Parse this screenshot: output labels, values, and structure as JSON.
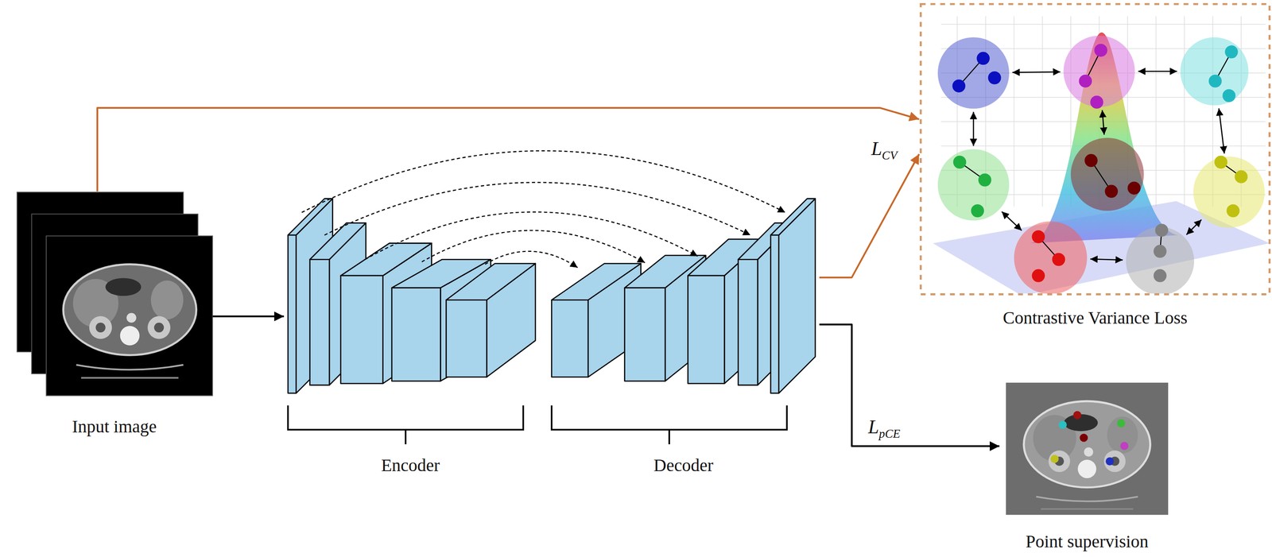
{
  "diagram": {
    "nodes": [
      {
        "text": [
          "Input image"
        ]
      },
      {
        "text": [
          "Encoder"
        ]
      },
      {
        "text": [
          "Decoder"
        ]
      },
      {
        "text": [
          "Contrastive Variance Loss"
        ]
      },
      {
        "text": [
          "Point supervision"
        ]
      }
    ],
    "edges": [
      {
        "from": 0,
        "to": 1,
        "arrow": "to"
      },
      {
        "from": 0,
        "to": 3,
        "arrow": "to"
      },
      {
        "from": 2,
        "to": 3,
        "label": "LCV",
        "arrow": "to"
      },
      {
        "from": 2,
        "to": 4,
        "label": "LpCE",
        "arrow": "to"
      }
    ]
  }
}
